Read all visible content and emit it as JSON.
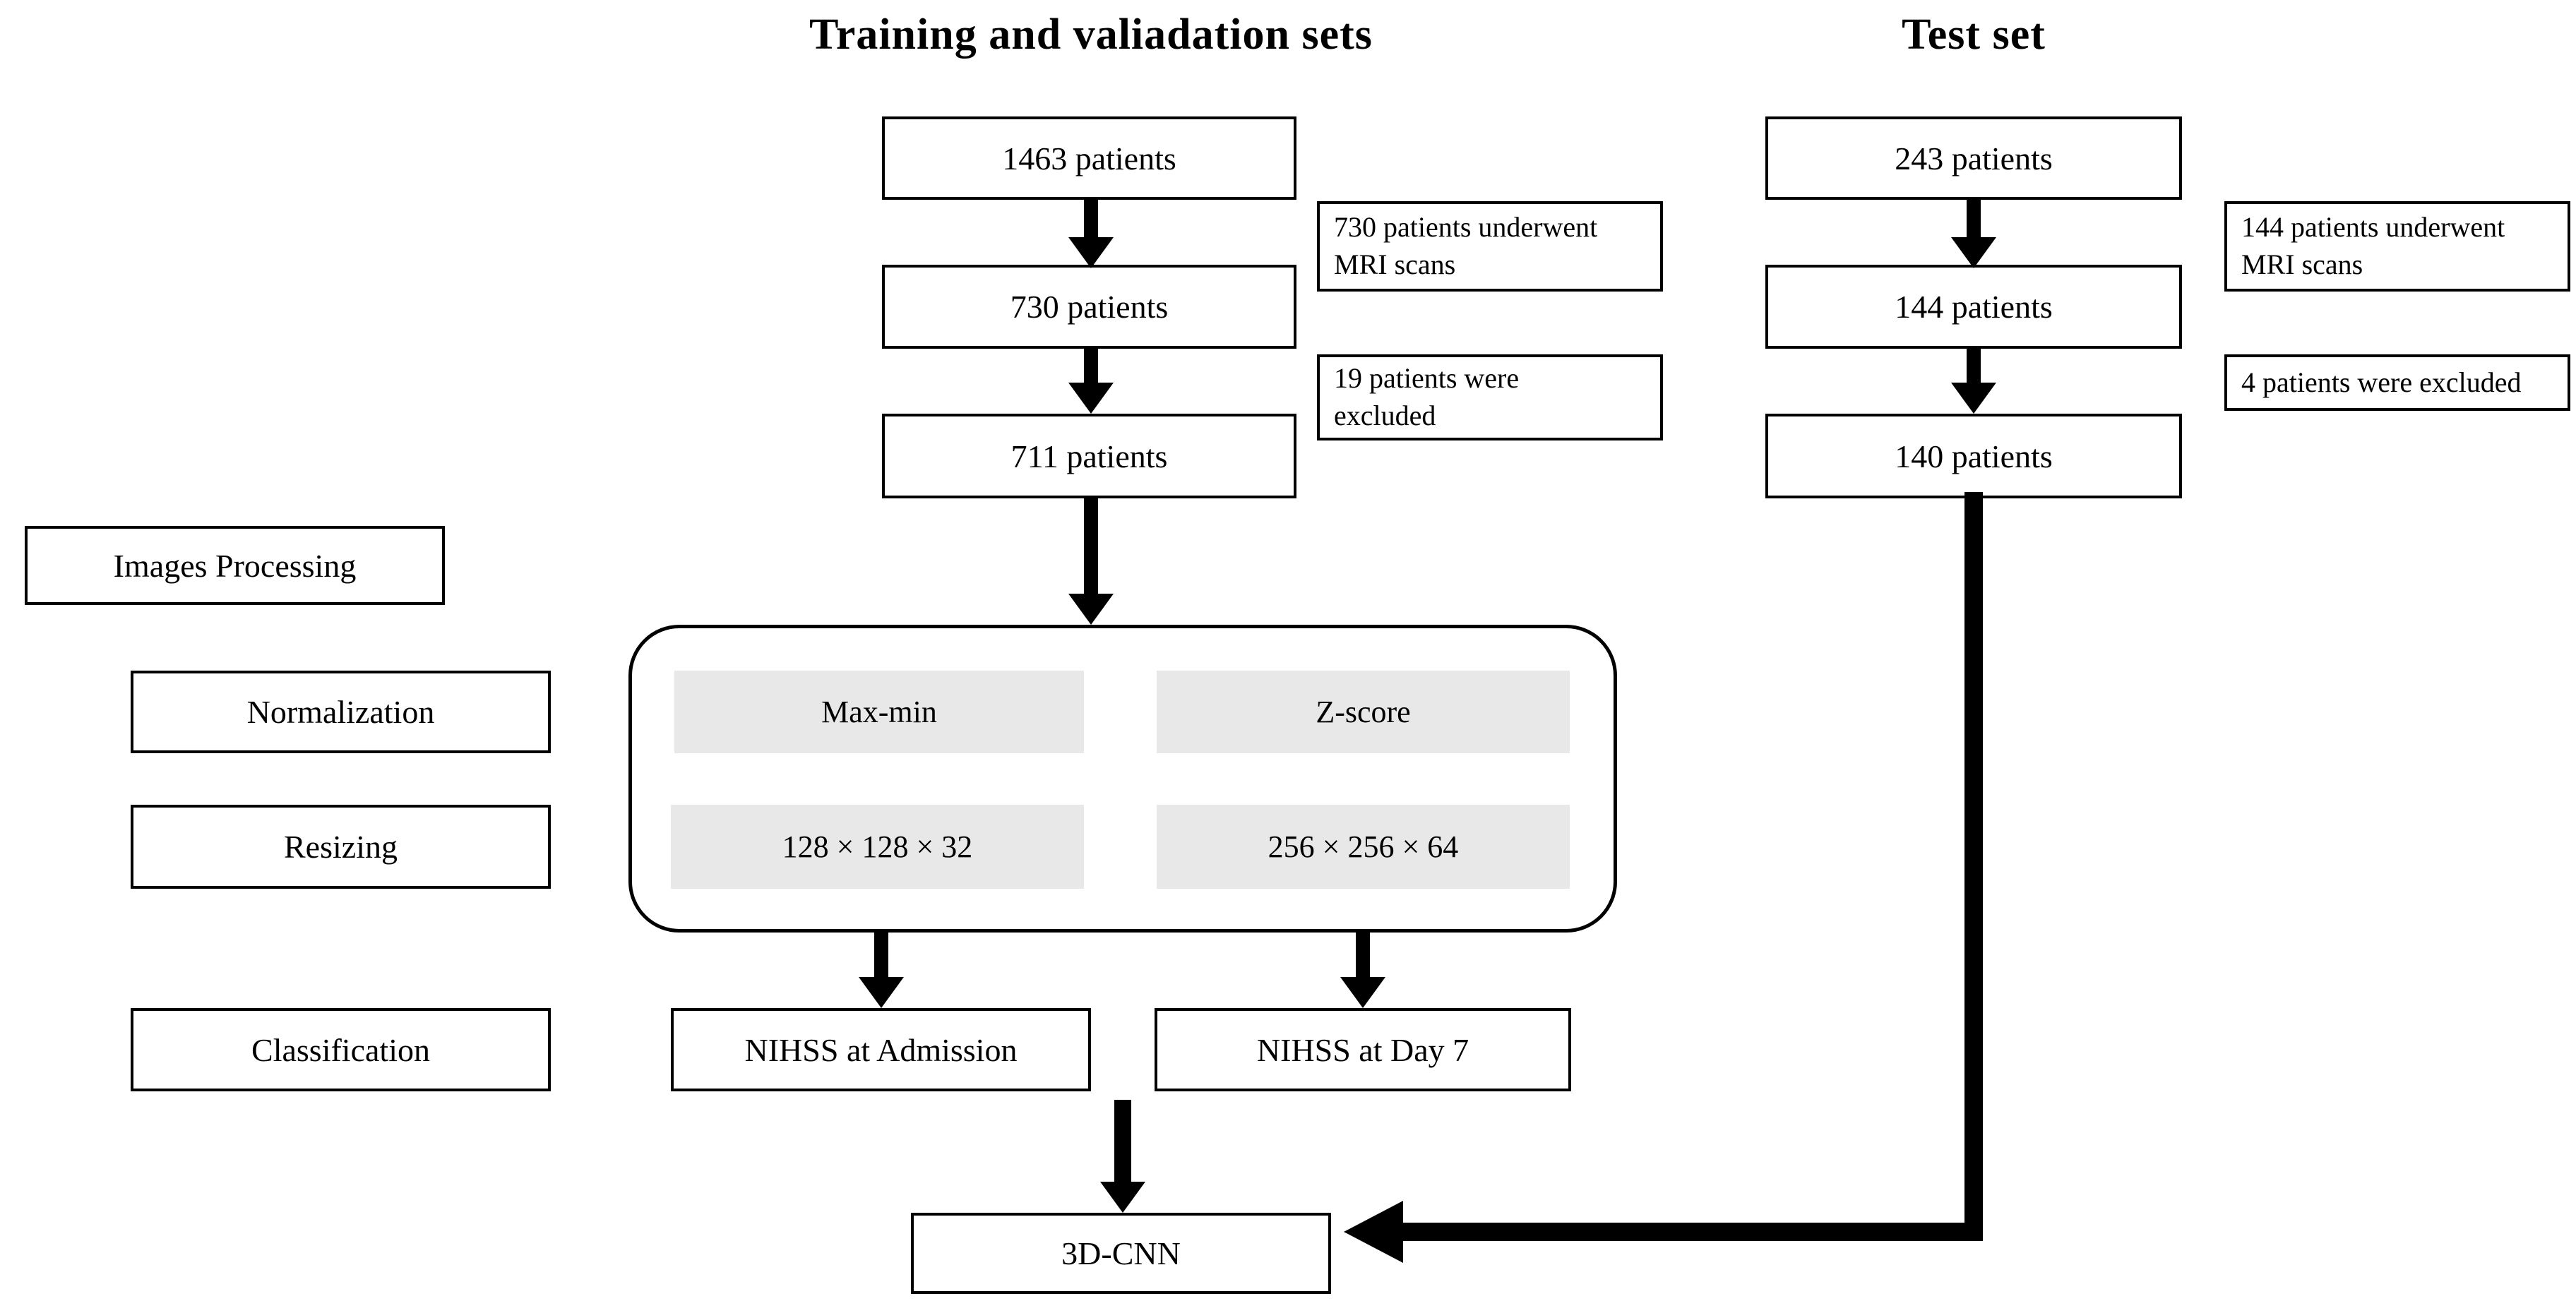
{
  "titles": {
    "training": "Training and valiadation sets",
    "test": "Test set"
  },
  "training_flow": {
    "step1": "1463 patients",
    "step2": "730 patients",
    "step3": "711 patients",
    "note_mri": "730 patients underwent\nMRI scans",
    "note_excluded": "19 patients were\nexcluded"
  },
  "test_flow": {
    "step1": "243 patients",
    "step2": "144 patients",
    "step3": "140 patients",
    "note_mri": "144 patients underwent\nMRI scans",
    "note_excluded": "4 patients were excluded"
  },
  "stages": {
    "images_processing": "Images Processing",
    "normalization": "Normalization",
    "resizing": "Resizing",
    "classification": "Classification"
  },
  "processing": {
    "normalization_methods": [
      "Max-min",
      "Z-score"
    ],
    "resize_dimensions": [
      "128 × 128 × 32",
      "256 × 256 × 64"
    ]
  },
  "classification_targets": {
    "left": "NIHSS at Admission",
    "right": "NIHSS at Day 7"
  },
  "model": {
    "name": "3D-CNN"
  },
  "colors": {
    "line": "#000000",
    "chip_fill": "#e8e8e8",
    "background": "#ffffff"
  }
}
